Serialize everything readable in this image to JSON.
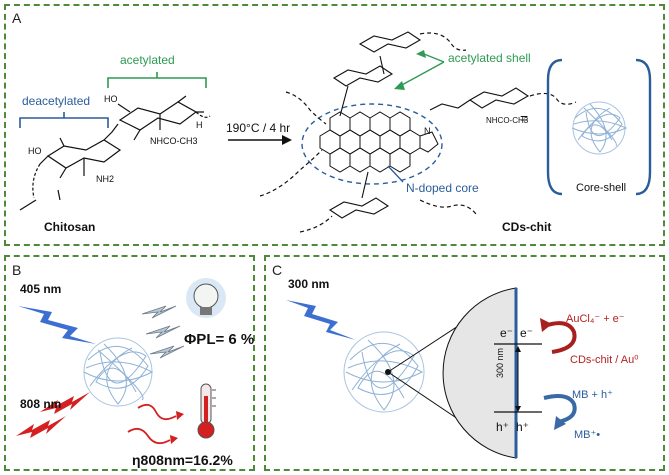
{
  "panel_a": {
    "label": "A",
    "acetylated": "acetylated",
    "deacetylated": "deacetylated",
    "chitosan": "Chitosan",
    "nhco_ch3": "NHCO-CH3",
    "nh2": "NH2",
    "ho1": "HO",
    "ho2": "HO",
    "h_label": "H",
    "conditions": "190°C / 4 hr",
    "acetylated_shell": "acetylated shell",
    "n_doped_core": "N-doped core",
    "cds_chit": "CDs-chit",
    "equals": "=",
    "core_shell": "Core-shell",
    "n_atom": "N",
    "nhco_small": "NHCO-CH3"
  },
  "panel_b": {
    "label": "B",
    "nm405": "405 nm",
    "nm808": "808 nm",
    "phi_pl": "ΦPL= 6 %",
    "eta": "η808nm=16.2%"
  },
  "panel_c": {
    "label": "C",
    "nm300": "300 nm",
    "electron_left": "e⁻",
    "electron_right": "e⁻",
    "hole_left": "h⁺",
    "hole_right": "h⁺",
    "size_300nm": "300 nm",
    "aucl4": "AuCl₄⁻ + e⁻",
    "cds_au": "CDs-chit / Au⁰",
    "mb_h": "MB + h⁺",
    "mb_rad": "MB⁺•"
  },
  "colors": {
    "border_green": "#4f8a3a",
    "bracket_green": "#2e9a53",
    "bracket_blue": "#2a5d9a",
    "laser_blue": "#3c6fd0",
    "laser_red": "#d42020",
    "arrow_red": "#a81f1f",
    "arrow_blue": "#3a6aa6"
  }
}
